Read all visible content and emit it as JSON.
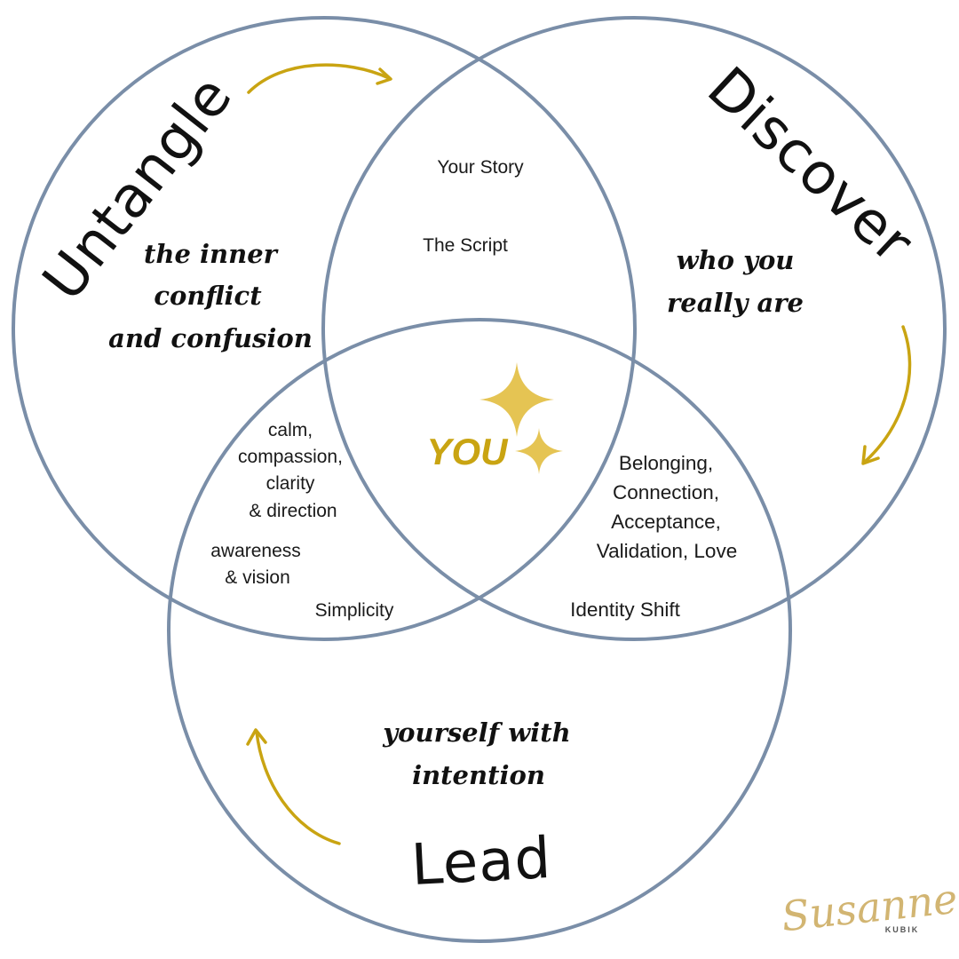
{
  "colors": {
    "circle_stroke": "#7a8ea8",
    "accent_gold": "#c9a412",
    "text": "#111111"
  },
  "circles": {
    "untangle": {
      "title": "Untangle",
      "subtitle": [
        "the inner",
        "conflict",
        "and confusion"
      ]
    },
    "discover": {
      "title": "Discover",
      "subtitle": [
        "who you",
        "really are"
      ]
    },
    "lead": {
      "title": "Lead",
      "subtitle": [
        "yourself with",
        "intention"
      ]
    }
  },
  "intersections": {
    "untangle_discover": [
      "Your Story",
      "The Script"
    ],
    "untangle_lead": [
      "calm,",
      "compassion,",
      "clarity",
      "& direction",
      "awareness",
      "& vision",
      "Simplicity"
    ],
    "discover_lead": [
      "Belonging,",
      "Connection,",
      "Acceptance,",
      "Validation, Love",
      "Identity Shift"
    ],
    "center": "YOU"
  },
  "icons": [
    "sparkle-icon",
    "curved-arrow-icon"
  ],
  "signature": {
    "name": "Susanne",
    "surname": "KUBIK"
  }
}
